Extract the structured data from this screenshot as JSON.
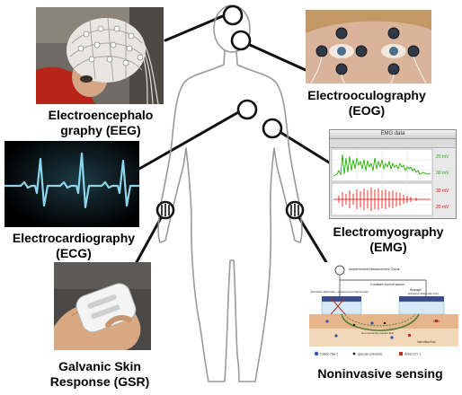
{
  "labels": {
    "eeg": [
      "Electroencephalo",
      "graphy (EEG)"
    ],
    "eog": [
      "Electrooculography",
      "(EOG)"
    ],
    "ecg": [
      "Electrocardiography",
      "(ECG)"
    ],
    "emg": [
      "Electromyography",
      "(EMG)"
    ],
    "gsr": [
      "Galvanic Skin",
      "Response (GSR)"
    ],
    "sensing": "Noninvasive sensing"
  },
  "emg_window": {
    "title": "EMG data",
    "values": [
      "20 mV",
      "30 mV",
      "30 mV",
      "20 mV"
    ]
  },
  "sensing_diagram": {
    "circuit_title": "Amperometric Measurement Circuit",
    "source": "Constant current source",
    "electrode_left": "Extraction Electrode + Measurement Electrodes",
    "electrode_right": "Extraction Electrode Only",
    "gel": "Hydrogel",
    "flow": "Net convective solvent flow",
    "skin": "Skin",
    "interstitial": "Interstitial fluid",
    "legend": [
      "Cation (Na⁺)",
      "glucose (neutral)",
      "Anion (Cl⁻)"
    ]
  },
  "colors": {
    "line": "#111111",
    "ecg_trace": "#8ad6ec",
    "emg_green": "#22b000",
    "emg_red": "#e00000"
  }
}
